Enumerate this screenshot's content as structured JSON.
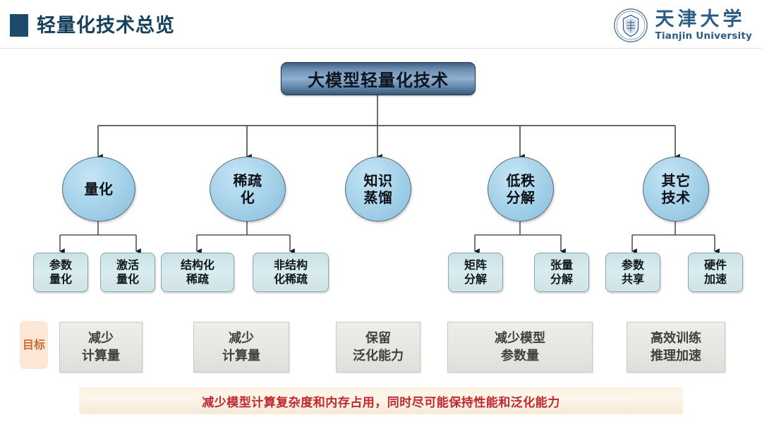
{
  "header": {
    "title": "轻量化技术总览",
    "accent_color": "#1b4a6b",
    "logo": {
      "cn": "天津大学",
      "en": "Tianjin University",
      "seal_alt": "tianjin-university-seal"
    }
  },
  "diagram": {
    "root": {
      "label": "大模型轻量化技术"
    },
    "branches": [
      {
        "label": "量化",
        "children": [
          {
            "label": "参数\n量化"
          },
          {
            "label": "激活\n量化"
          }
        ],
        "goal": "减少\n计算量"
      },
      {
        "label": "稀疏\n化",
        "children": [
          {
            "label": "结构化\n稀疏"
          },
          {
            "label": "非结构\n化稀疏"
          }
        ],
        "goal": "减少\n计算量"
      },
      {
        "label": "知识\n蒸馏",
        "children": [],
        "goal": "保留\n泛化能力"
      },
      {
        "label": "低秩\n分解",
        "children": [
          {
            "label": "矩阵\n分解"
          },
          {
            "label": "张量\n分解"
          }
        ],
        "goal": "减少模型\n参数量"
      },
      {
        "label": "其它\n技术",
        "children": [
          {
            "label": "参数\n共享"
          },
          {
            "label": "硬件\n加速"
          }
        ],
        "goal": "高效训练\n推理加速"
      }
    ],
    "goal_row_label": "目标"
  },
  "banner": {
    "text": "减少模型计算复杂度和内存占用，同时尽可能保持性能和泛化能力",
    "text_color": "#c1272d"
  }
}
